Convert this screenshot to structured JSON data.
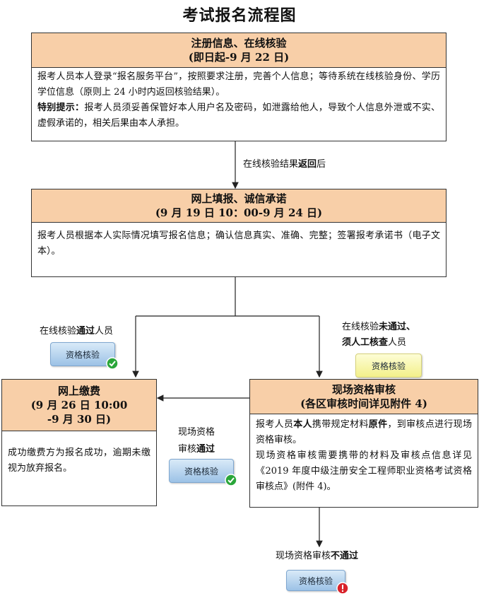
{
  "title": "考试报名流程图",
  "step1": {
    "head_line1": "注册信息、在线核验",
    "head_line2": "(即日起-9 月 22 日)",
    "body_p1": "报考人员本人登录“报名服务平台”，按照要求注册，完善个人信息；等待系统在线核验身份、学历学位信息（原则上 24 小时内返回核验结果）。",
    "body_p2_bold": "特别提示：",
    "body_p2_rest": "报考人员须妥善保管好本人用户名及密码，如泄露给他人，导致个人信息外泄或不实、虚假承诺的，相关后果由本人承担。"
  },
  "arrow1": {
    "text_pre": "在线核验结果",
    "text_bold": "返回",
    "text_post": "后"
  },
  "step2": {
    "head_line1": "网上填报、诚信承诺",
    "head_line2": "(9 月 19 日 10：00-9 月 24 日)",
    "body": "报考人员根据本人实际情况填写报名信息；确认信息真实、准确、完整；签署报考承诺书（电子文本）。"
  },
  "branch_left": {
    "text_pre": "在线核验",
    "text_bold": "通过",
    "text_post": "人员"
  },
  "branch_right": {
    "line1_pre": "在线核验",
    "line1_bold": "未通过、",
    "line2_bold": "须人工核查",
    "line2_post": "人员"
  },
  "badge_label": "资格核验",
  "step3": {
    "head_line1": "网上缴费",
    "head_line2": "(9 月 26 日 10:00",
    "head_line3": "-9 月 30 日)",
    "body": "成功缴费方为报名成功，逾期未缴视为放弃报名。"
  },
  "step4": {
    "head_line1": "现场资格审核",
    "head_line2": "(各区审核时间详见附件 4)",
    "body_p1_pre": "报考人员",
    "body_p1_bold1": "本人",
    "body_p1_mid": "携带规定材料",
    "body_p1_bold2": "原件",
    "body_p1_post": "，到审核点进行现场资格审核。",
    "body_p2": "现场资格审核需要携带的材料及审核点信息详见《2019 年度中级注册安全工程师职业资格考试资格审核点》(附件 4)。"
  },
  "middle_label": {
    "line1": "现场资格",
    "line2_pre": "审核",
    "line2_bold": "通过"
  },
  "bottom_label": {
    "text_pre": "现场资格审核",
    "text_bold": "不通过"
  },
  "colors": {
    "header_fill": "#f8cfa8",
    "pass": "#2aa63a",
    "fail": "#d9232b"
  }
}
